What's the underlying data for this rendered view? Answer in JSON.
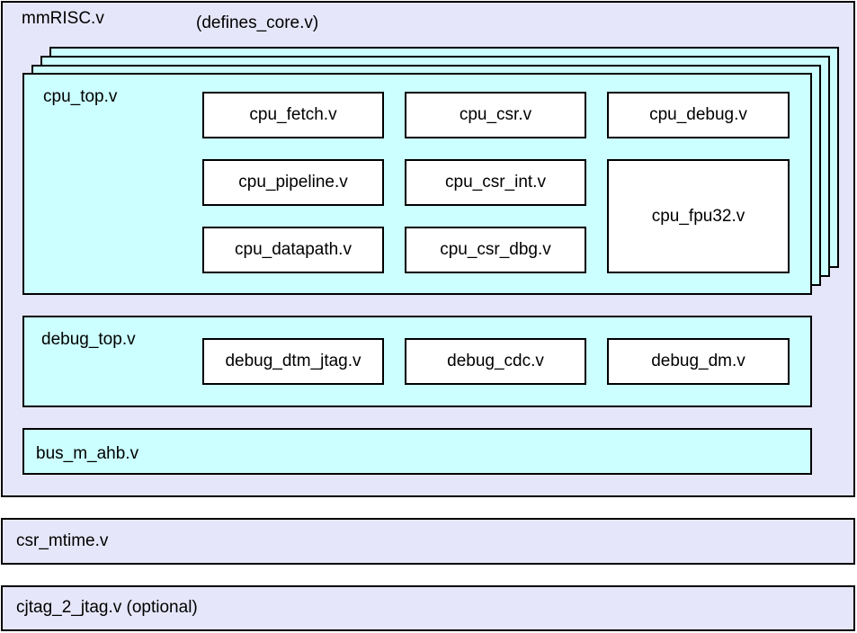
{
  "colors": {
    "outer": "#e6e6fa",
    "module_group": "#ccffff",
    "module": "#ffffff",
    "border": "#000000"
  },
  "top": {
    "title": "mmRISC.v",
    "defines": "(defines_core.v)"
  },
  "cpu": {
    "title": "cpu_top.v",
    "modules": [
      "cpu_fetch.v",
      "cpu_csr.v",
      "cpu_debug.v",
      "cpu_pipeline.v",
      "cpu_csr_int.v",
      "cpu_fpu32.v",
      "cpu_datapath.v",
      "cpu_csr_dbg.v"
    ]
  },
  "debug": {
    "title": "debug_top.v",
    "modules": [
      "debug_dtm_jtag.v",
      "debug_cdc.v",
      "debug_dm.v"
    ]
  },
  "bus": {
    "title": "bus_m_ahb.v"
  },
  "csr": {
    "title": "csr_mtime.v"
  },
  "cjtag": {
    "title": "cjtag_2_jtag.v (optional)"
  }
}
